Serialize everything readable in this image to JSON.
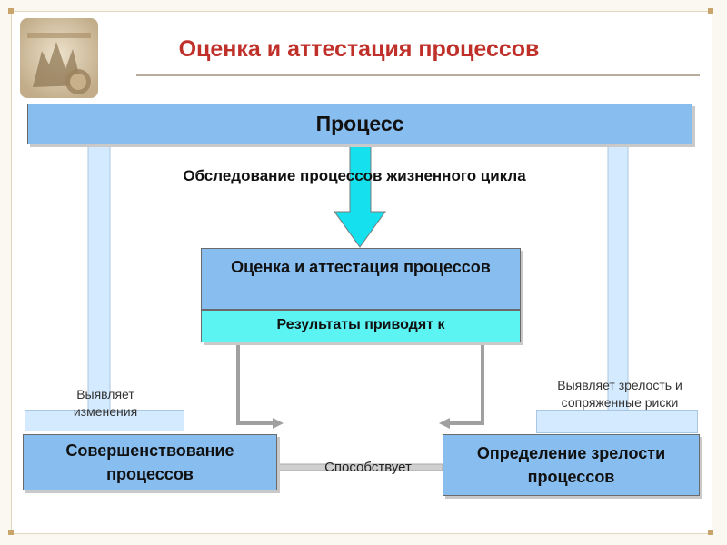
{
  "title": "Оценка и аттестация процессов",
  "diagram": {
    "process": "Процесс",
    "survey": "Обследование процессов жизненного цикла",
    "assessment": "Оценка и аттестация процессов",
    "results": "Результаты приводят к",
    "improvement": "Совершенствование процессов",
    "maturity": "Определение зрелости процессов",
    "reveals_changes": "Выявляет изменения",
    "reveals_maturity": "Выявляет зрелость и сопряженные риски",
    "contributes": "Способствует"
  },
  "colors": {
    "title": "#c0302a",
    "box_fill": "#88bdf0",
    "results_fill": "#5cf3f3",
    "arrow": "#14e0ee",
    "pillar": "#d4eaff",
    "connector": "#a0a0a0"
  }
}
